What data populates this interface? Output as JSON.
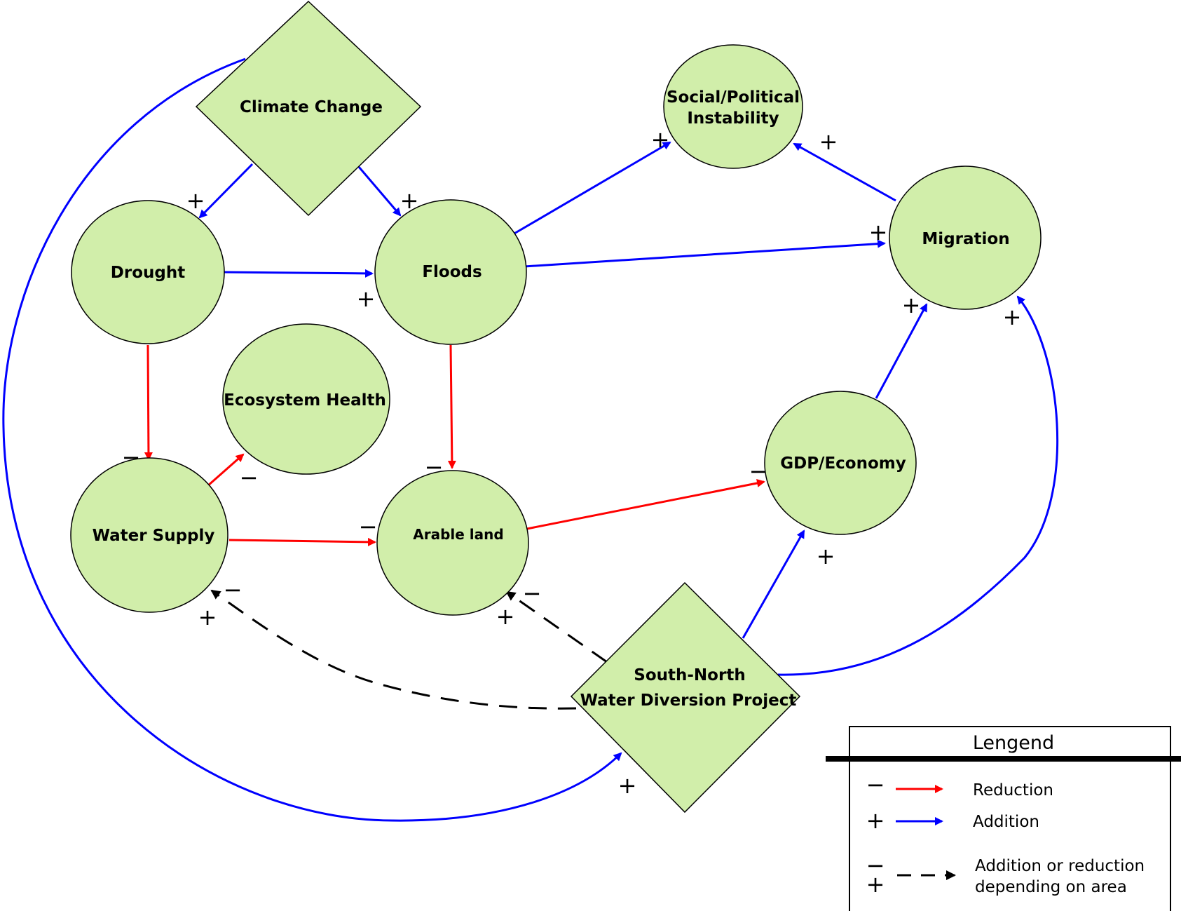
{
  "nodes": {
    "climate_change": "Climate Change",
    "social_political_line1": "Social/Political",
    "social_political_line2": "Instability",
    "drought": "Drought",
    "floods": "Floods",
    "migration": "Migration",
    "ecosystem_health": "Ecosystem Health",
    "water_supply": "Water Supply",
    "arable_land": "Arable land",
    "gdp_economy": "GDP/Economy",
    "snwdp_line1": "South-North",
    "snwdp_line2": "Water Diversion Project"
  },
  "signs": {
    "plus": "+",
    "minus": "−"
  },
  "legend": {
    "title": "Lengend",
    "reduction": "Reduction",
    "addition": "Addition",
    "mixed_line1": "Addition or reduction",
    "mixed_line2": "depending on area"
  },
  "colors": {
    "node_fill": "#d1eeaa",
    "node_stroke": "#000000",
    "reduction": "#ff0000",
    "addition": "#0000ff",
    "mixed": "#000000"
  }
}
